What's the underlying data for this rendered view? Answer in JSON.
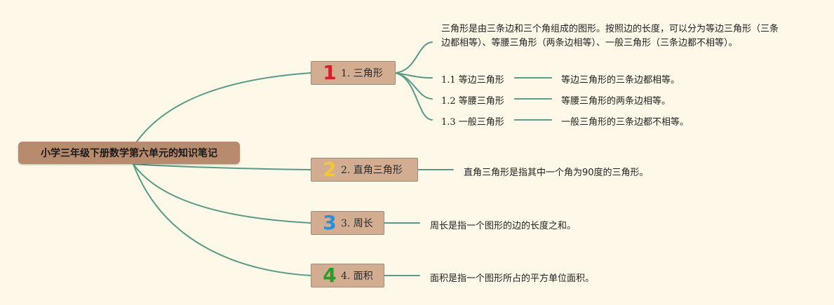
{
  "root": {
    "label": "小学三年级下册数学第六单元的知识笔记"
  },
  "topics": [
    {
      "num": "1",
      "color": "#d2202c",
      "label": "1. 三角形"
    },
    {
      "num": "2",
      "color": "#f2c63a",
      "label": "2. 直角三角形"
    },
    {
      "num": "3",
      "color": "#2a8fd6",
      "label": "3. 周长"
    },
    {
      "num": "4",
      "color": "#2e9a2e",
      "label": "4. 面积"
    }
  ],
  "triangle": {
    "description": "三角形是由三条边和三个角组成的图形。按照边的长度，可以分为等边三角形（三条边都相等）、等腰三角形（两条边相等）、一般三角形（三条边都不相等）。",
    "subtopics": [
      {
        "label": "1.1 等边三角形",
        "desc": "等边三角形的三条边都相等。"
      },
      {
        "label": "1.2 等腰三角形",
        "desc": "等腰三角形的两条边相等。"
      },
      {
        "label": "1.3 一般三角形",
        "desc": "一般三角形的三条边都不相等。"
      }
    ]
  },
  "right_triangle": {
    "desc": "直角三角形是指其中一个角为90度的三角形。"
  },
  "perimeter": {
    "desc": "周长是指一个图形的边的长度之和。"
  },
  "area": {
    "desc": "面积是指一个图形所占的平方单位面积。"
  },
  "colors": {
    "connector": "#5a9a86",
    "root_fill": "#b88a6e",
    "topic_fill": "#d3ad91",
    "background": "#fdf8e8"
  }
}
